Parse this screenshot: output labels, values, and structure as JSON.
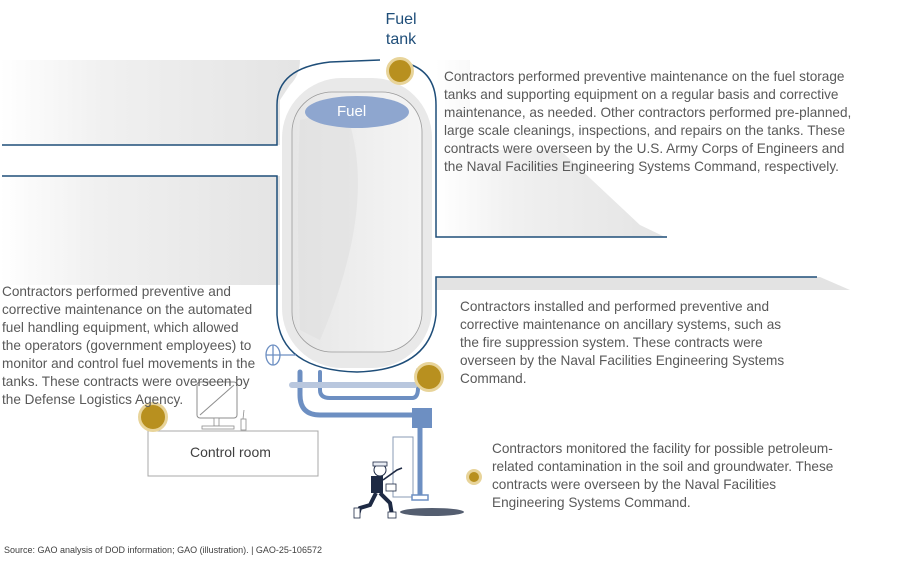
{
  "title": {
    "line1": "Fuel",
    "line2": "tank"
  },
  "tank": {
    "fuel_label": "Fuel"
  },
  "control_room": {
    "label": "Control room"
  },
  "callouts": [
    {
      "id": "fuel-tank",
      "text": "Contractors performed preventive maintenance on the fuel storage tanks and supporting equipment on a regular basis and corrective maintenance, as needed. Other contractors performed pre-planned, large scale cleanings, inspections, and repairs on the tanks. These contracts were overseen by the U.S. Army Corps of Engineers and the Naval Facilities Engineering Systems Command, respectively."
    },
    {
      "id": "control-room",
      "text": "Contractors performed preventive and corrective maintenance on the automated fuel handling equipment, which allowed the operators (government employees) to monitor and control fuel movements in the tanks. These contracts were overseen by the Defense Logistics Agency."
    },
    {
      "id": "ancillary",
      "text": "Contractors installed and performed preventive and corrective maintenance on ancillary systems, such as the fire suppression system. These contracts were overseen by the Naval Facilities Engineering Systems Command."
    },
    {
      "id": "environment",
      "text": "Contractors monitored the facility for possible petroleum-related contamination in the soil and groundwater. These contracts were overseen by the Naval Facilities Engineering Systems Command."
    }
  ],
  "colors": {
    "marker_fill": "#b8901f",
    "marker_ring": "#e8d49a",
    "outline_blue": "#1f4e79",
    "pipe_blue": "#6d8fc2",
    "fuel_fill": "#8ea6cf",
    "text_gray": "#595959"
  },
  "footer": {
    "source": "Source: GAO analysis of DOD information; GAO (illustration).  |  GAO-25-106572"
  }
}
